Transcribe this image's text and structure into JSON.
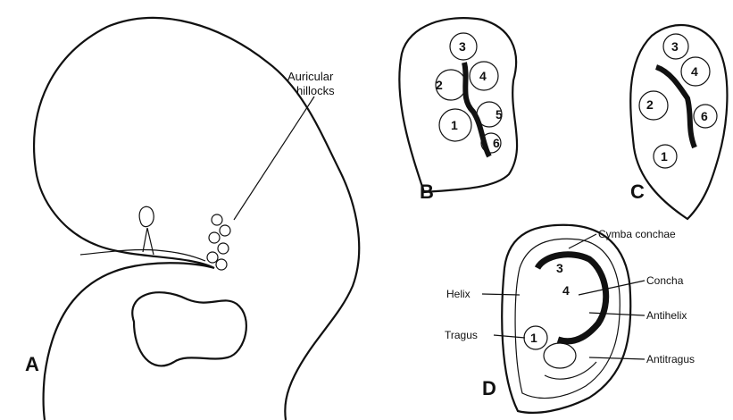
{
  "panels": {
    "a": "A",
    "b": "B",
    "c": "C",
    "d": "D"
  },
  "labels": {
    "auricular_line1": "Auricular",
    "auricular_line2": "hillocks",
    "cymba_conchae": "Cymba conchae",
    "concha": "Concha",
    "helix": "Helix",
    "antihelix": "Antihelix",
    "tragus": "Tragus",
    "antitragus": "Antitragus"
  },
  "hillock_numbers": [
    "1",
    "2",
    "3",
    "4",
    "5",
    "6"
  ],
  "colors": {
    "ink": "#111111",
    "background": "#ffffff"
  }
}
